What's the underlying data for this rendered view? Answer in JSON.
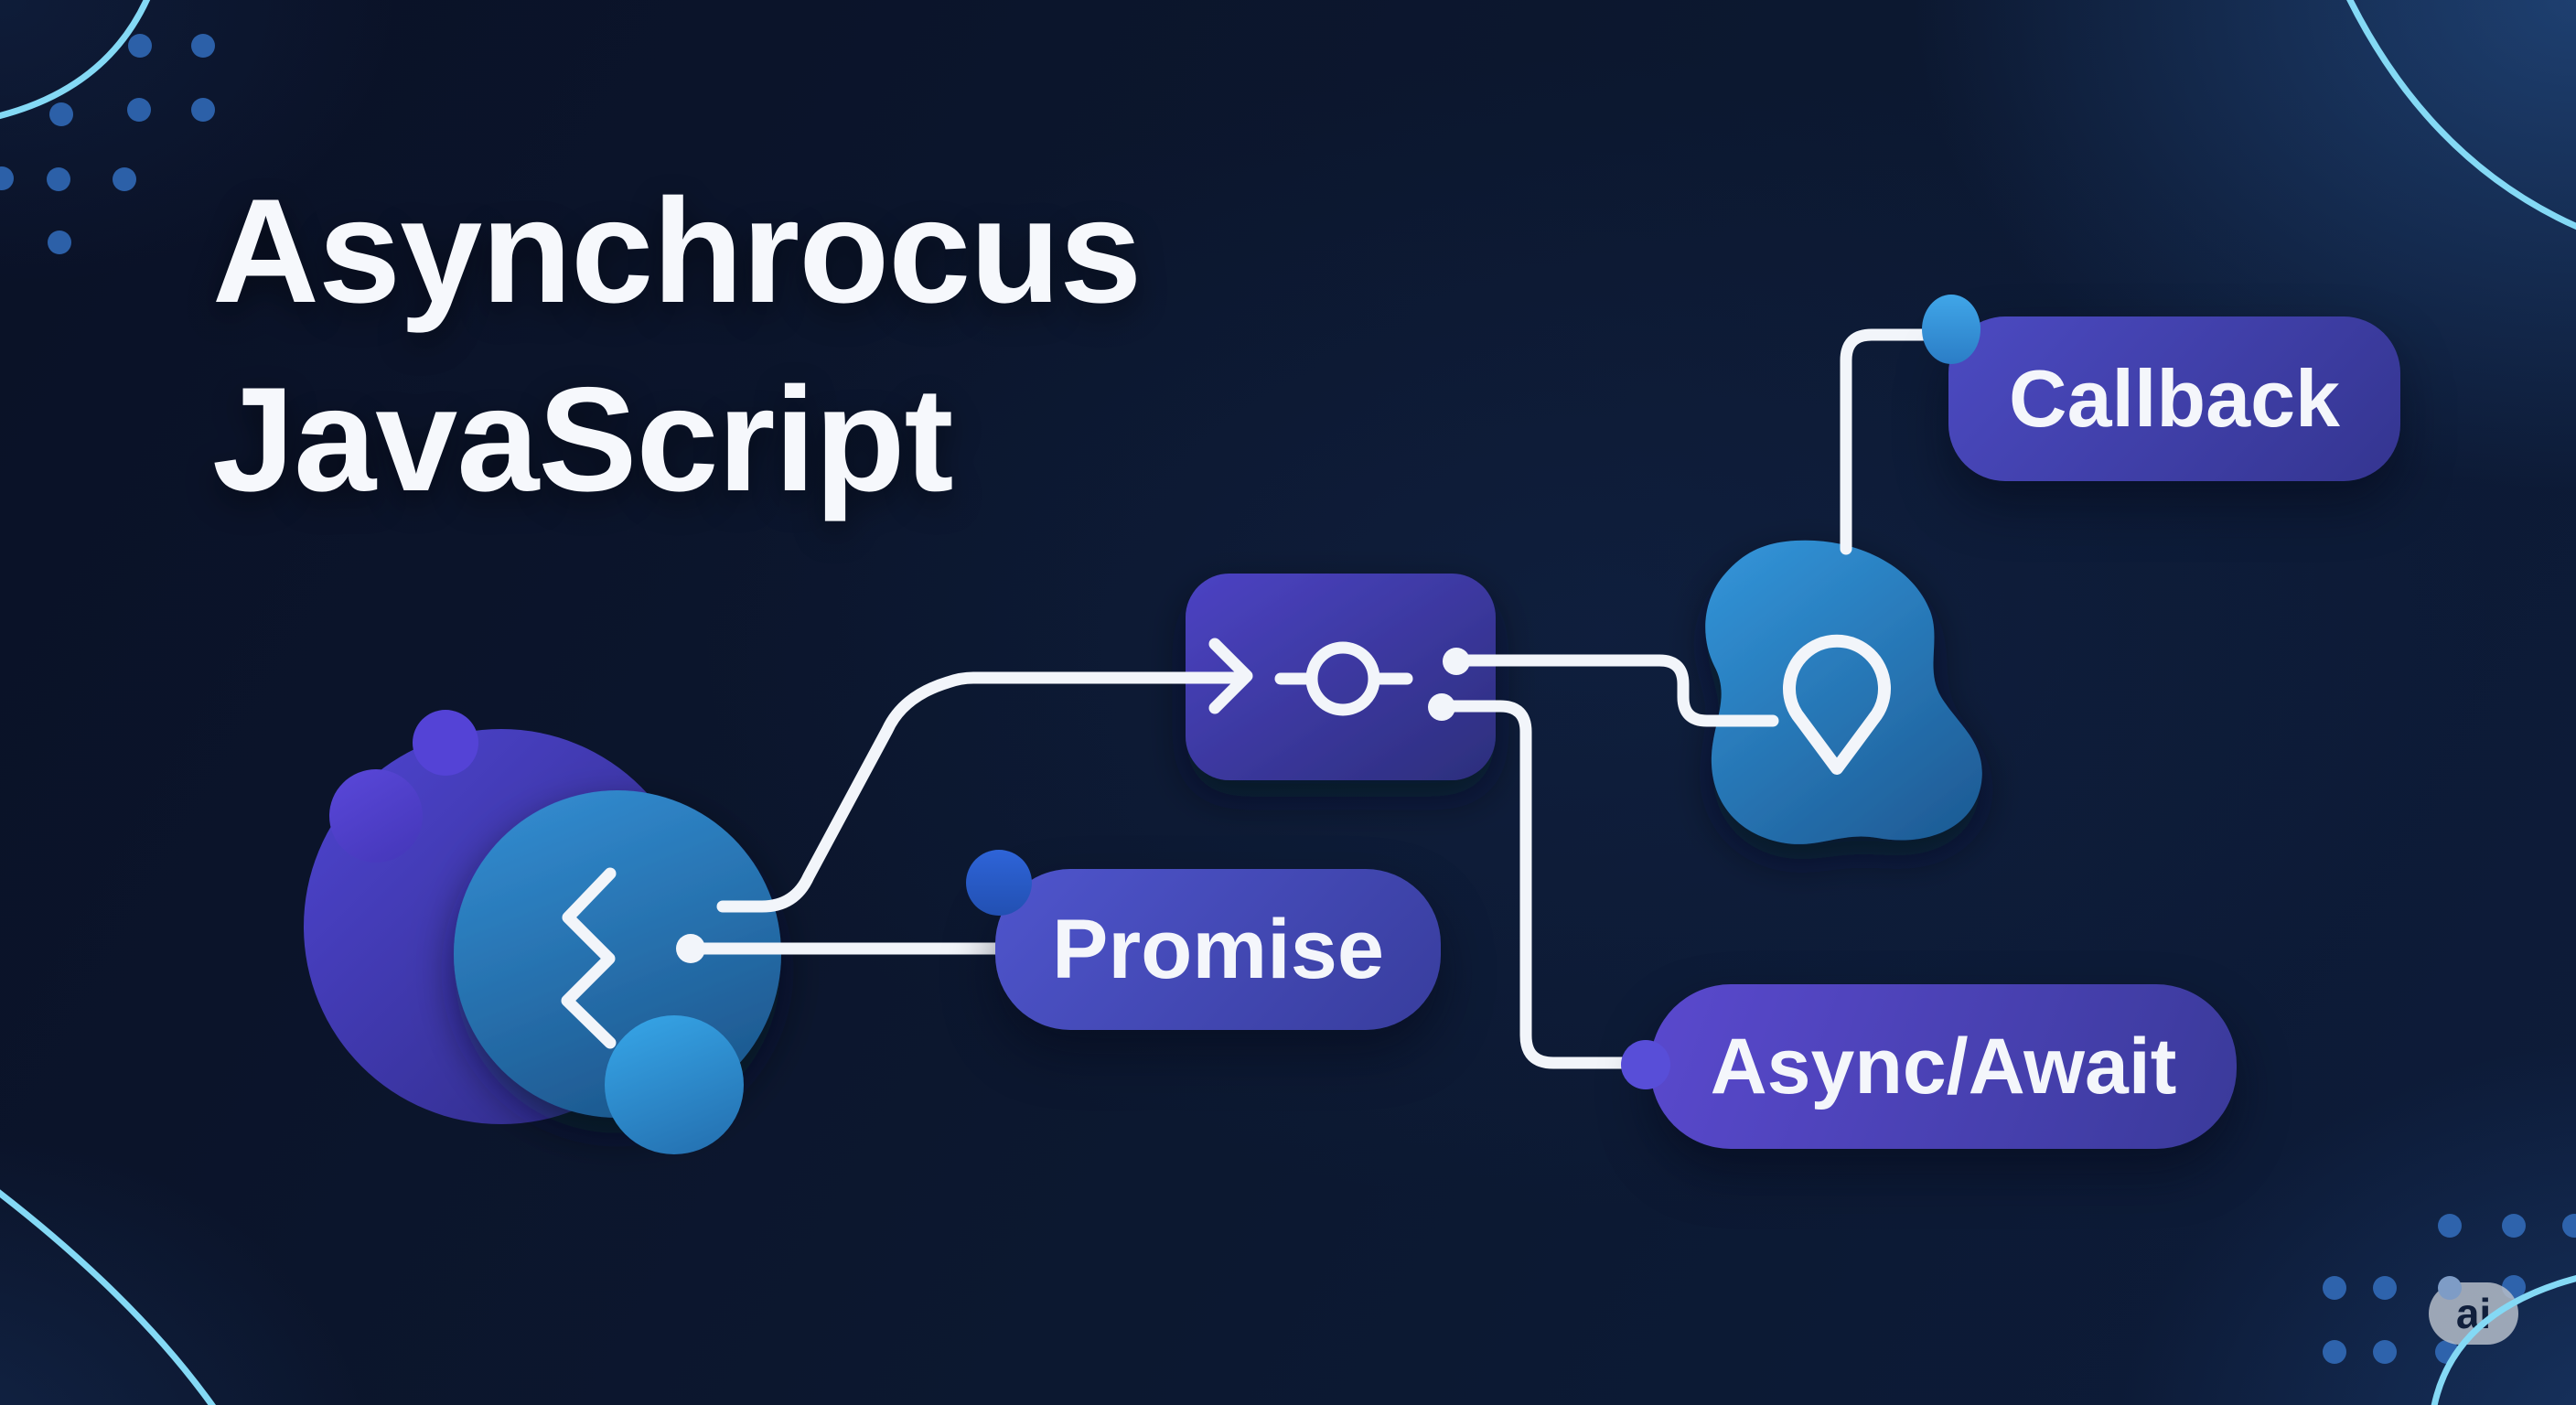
{
  "title": {
    "line1": "Asynchrocus",
    "line2": "JavaScript"
  },
  "diagram": {
    "labels": {
      "callback": "Callback",
      "promise": "Promise",
      "async_await": "Async/Await"
    },
    "icons": [
      "code-zigzag-icon",
      "arrow-right-icon",
      "flow-node-circle-icon",
      "chat-bubble-icon"
    ]
  },
  "watermark": {
    "label": "ai"
  },
  "theme": {
    "bg": "#0a1126",
    "title-color": "#f6f8fc",
    "line": "#f2f5fa",
    "cyan": "#84d9f5",
    "dot-grid": "#2c60a8",
    "dot-grid-bright": "#7e9cc6",
    "node-from": "#4c43c4",
    "node-to": "#2c2e7c",
    "callback-from": "#4c4ac2",
    "callback-to": "#343590",
    "promise-from": "#4f55cd",
    "promise-to": "#383d9d",
    "async-from": "#5a49ce",
    "async-to": "#3a3a9a",
    "callback-dot-from": "#40a6e8",
    "callback-dot-to": "#2b7dc6",
    "promise-dot-from": "#2e64d8",
    "promise-dot-to": "#2250b2",
    "async-dot": "#584ed8",
    "purple-big-from": "#4f45d2",
    "purple-big-to": "#2d2a82",
    "purple-small": "#5a48da",
    "purple-small2": "#5443d6",
    "blue-big-from": "#318ace",
    "blue-big-to": "#1c568c",
    "blue-small-from": "#35a2e4",
    "blue-small-to": "#2572b2",
    "blob-from": "#3192d6",
    "blob-to": "#1e5c96",
    "watermark-bg": "rgba(181,189,201,0.85)",
    "watermark-text": "#101f3c"
  }
}
